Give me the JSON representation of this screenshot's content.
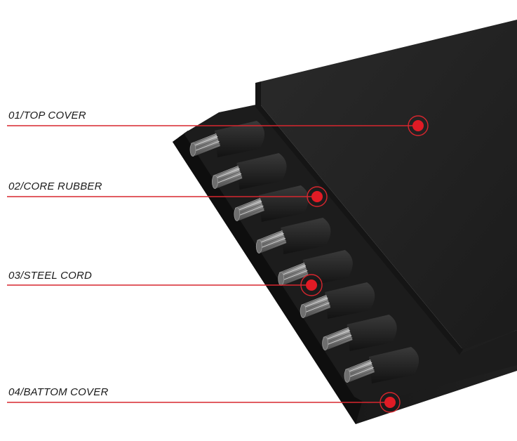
{
  "colors": {
    "leader_line": "#d7262e",
    "marker_fill": "#e11b25",
    "belt_top": "#222222",
    "belt_side": "#141414",
    "rubber_core": "#2b2b2b",
    "cord": "#8c8c8c"
  },
  "labels": [
    {
      "id": "top-cover",
      "text": "01/TOP COVER"
    },
    {
      "id": "core-rubber",
      "text": "02/CORE RUBBER"
    },
    {
      "id": "steel-cord",
      "text": "03/STEEL CORD"
    },
    {
      "id": "bottom-cover",
      "text": "04/BATTOM COVER"
    }
  ],
  "illustration": "steel-cord-conveyor-belt-cross-section"
}
